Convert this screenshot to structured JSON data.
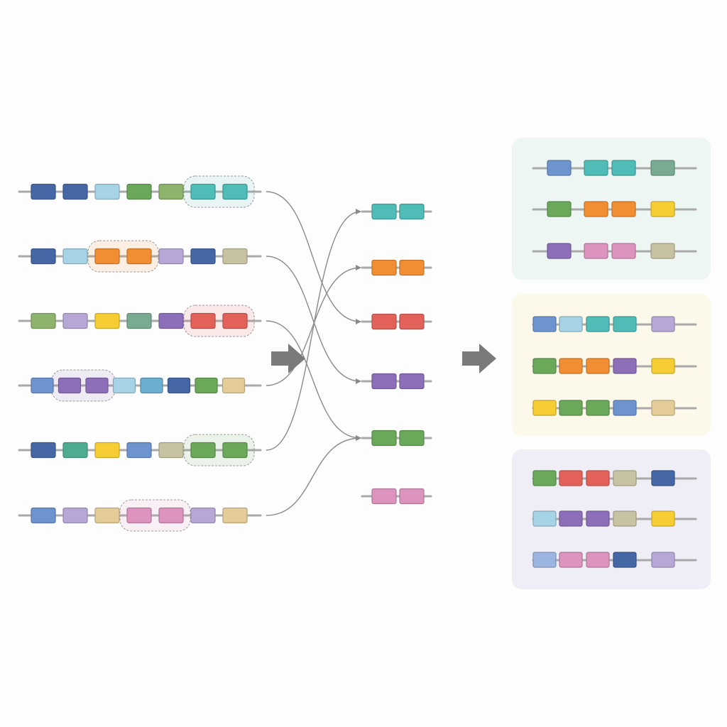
{
  "palette": {
    "navy": "#4667a6",
    "blue": "#6d94cf",
    "periwinkle": "#9cb4e0",
    "sky": "#a6d3e6",
    "steel": "#6aaed0",
    "teal": "#4fbcb7",
    "seagreen": "#4fac93",
    "sage": "#78ab91",
    "green": "#6aa85a",
    "olive": "#8eb36c",
    "gold": "#f6ce34",
    "orange": "#f18e33",
    "red": "#e2625a",
    "purple": "#8c6fb8",
    "lavender": "#b7a7d6",
    "pink": "#dc93bd",
    "khaki": "#c7c3a2",
    "sand": "#e3cc98",
    "line": "#a9a9a9",
    "connector": "#8a8a8a",
    "big_arrow": "#7a7a7a"
  },
  "source_sequences": [
    {
      "blocks": [
        "navy",
        "navy",
        "sky",
        "green",
        "olive",
        "teal",
        "teal"
      ],
      "highlight": [
        5,
        6
      ],
      "highlight_color": "teal"
    },
    {
      "blocks": [
        "navy",
        "sky",
        "orange",
        "orange",
        "lavender",
        "navy",
        "khaki"
      ],
      "highlight": [
        2,
        3
      ],
      "highlight_color": "orange"
    },
    {
      "blocks": [
        "olive",
        "lavender",
        "gold",
        "sage",
        "purple",
        "red",
        "red"
      ],
      "highlight": [
        5,
        6
      ],
      "highlight_color": "red"
    },
    {
      "blocks": [
        "blue",
        "purple",
        "purple",
        "sky",
        "steel",
        "navy",
        "green",
        "sand"
      ],
      "highlight": [
        1,
        2
      ],
      "highlight_color": "purple"
    },
    {
      "blocks": [
        "navy",
        "seagreen",
        "gold",
        "blue",
        "khaki",
        "green",
        "green"
      ],
      "highlight": [
        5,
        6
      ],
      "highlight_color": "green"
    },
    {
      "blocks": [
        "blue",
        "lavender",
        "sand",
        "pink",
        "pink",
        "lavender",
        "sand"
      ],
      "highlight": [
        3,
        4
      ],
      "highlight_color": "pink"
    }
  ],
  "extracted_pairs": [
    "teal",
    "orange",
    "red",
    "purple",
    "green",
    "pink"
  ],
  "connections": [
    {
      "from_row": 0,
      "to_pair": 2
    },
    {
      "from_row": 1,
      "to_pair": 3
    },
    {
      "from_row": 2,
      "to_pair": 4
    },
    {
      "from_row": 3,
      "to_pair": 1
    },
    {
      "from_row": 4,
      "to_pair": 0
    },
    {
      "from_row": 5,
      "to_pair": 4
    }
  ],
  "groups": [
    {
      "background": "#edf6f3",
      "rows": [
        [
          "blue",
          "teal",
          "teal",
          "sage"
        ],
        [
          "green",
          "orange",
          "orange",
          "gold"
        ],
        [
          "purple",
          "pink",
          "pink",
          "khaki"
        ]
      ]
    },
    {
      "background": "#fdf9ea",
      "rows": [
        [
          "blue",
          "sky",
          "teal",
          "teal",
          "lavender"
        ],
        [
          "green",
          "orange",
          "orange",
          "purple",
          "gold"
        ],
        [
          "gold",
          "green",
          "green",
          "blue",
          "sand"
        ]
      ]
    },
    {
      "background": "#efeef7",
      "rows": [
        [
          "green",
          "red",
          "red",
          "khaki",
          "navy"
        ],
        [
          "sky",
          "purple",
          "purple",
          "khaki",
          "gold"
        ],
        [
          "periwinkle",
          "pink",
          "pink",
          "navy",
          "lavender"
        ]
      ]
    }
  ]
}
